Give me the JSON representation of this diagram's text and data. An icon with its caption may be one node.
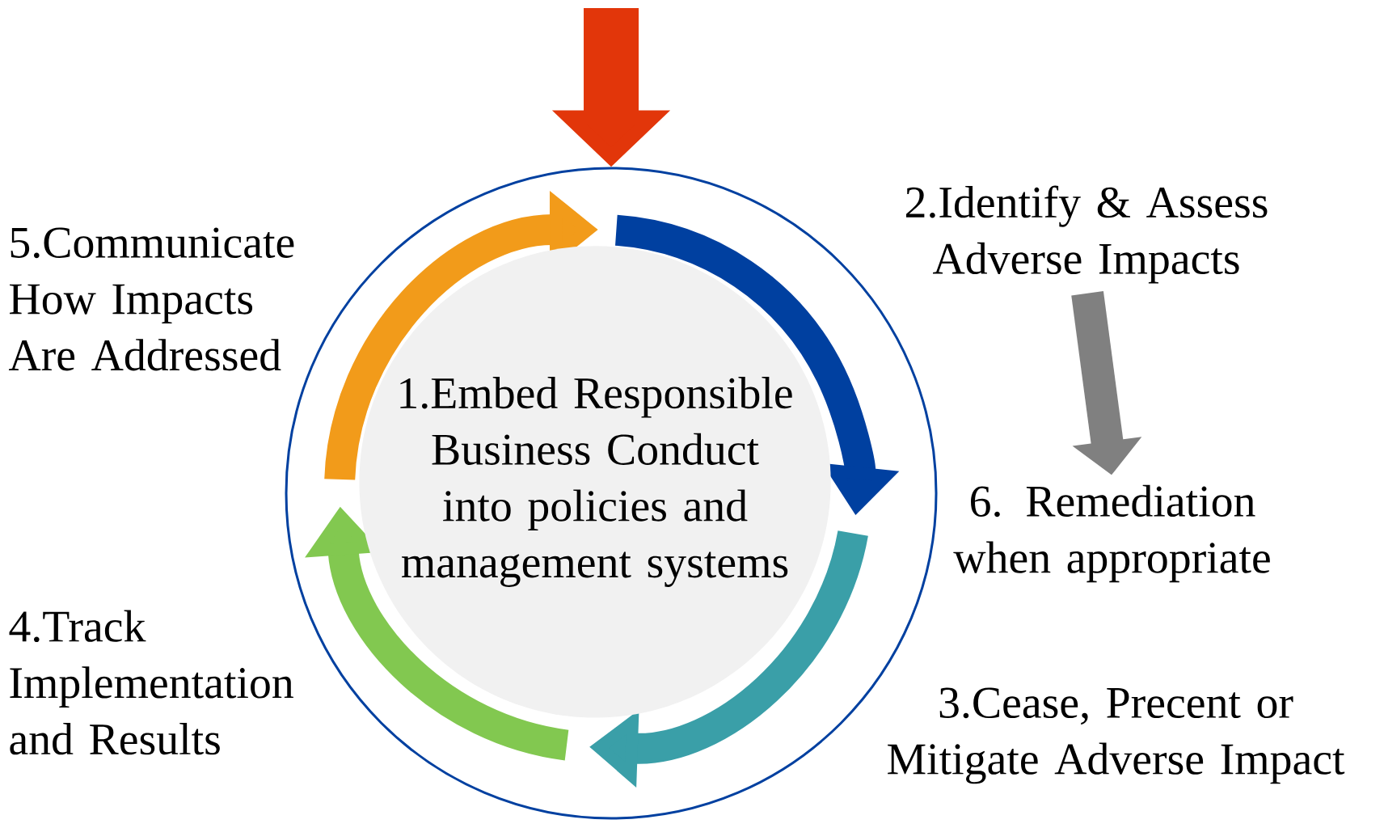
{
  "diagram": {
    "nodes": [
      {
        "text": [],
        "shape": "circle"
      },
      {
        "text": [
          "1.Embed Responsible Business Conduct into policies and management systems"
        ],
        "in": 0
      },
      {
        "text": [
          "2.Identify & Assess Adverse Impacts"
        ]
      },
      {
        "text": [
          "6. Remediation when appropriate"
        ]
      }
    ],
    "edges": [
      {
        "from": null,
        "to": 0,
        "arrow": "to",
        "color": "#e2360a"
      },
      {
        "from": 2,
        "to": 3,
        "arrow": "to",
        "color": "#808080"
      }
    ],
    "labels": [
      "5.Communicate How Impacts Are Addressed",
      "4.Track Implementation and Results",
      "3.Cease, Precent or Mitigate Adverse Impact"
    ]
  }
}
